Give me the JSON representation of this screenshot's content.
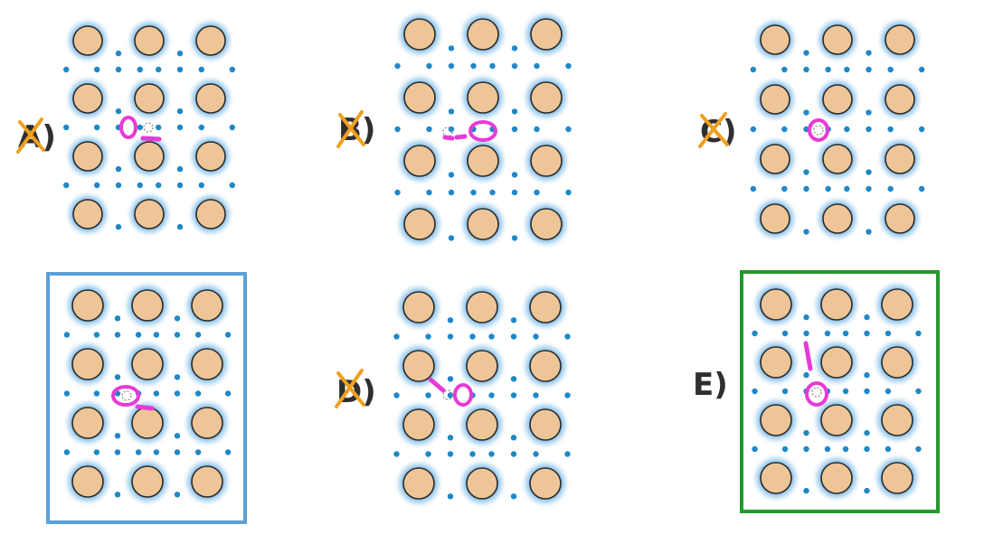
{
  "colors": {
    "atom_fill": "#eec597",
    "atom_stroke": "#2b2b2b",
    "atom_halo": "#2f8fd6",
    "interstitial": "#1e88c8",
    "defect": "#e83ad6",
    "vacancy": "#888888",
    "cross": "#f0a020",
    "frame_blue": "#5ba0d8",
    "frame_green": "#239a2c",
    "label": "#2f2f2f"
  },
  "panels": [
    {
      "id": "A",
      "label": "A)",
      "crossed": true,
      "frame": "none",
      "scene": "interstitial-hop-right"
    },
    {
      "id": "B",
      "label": "B)",
      "crossed": true,
      "frame": "none",
      "scene": "interstitial-hop-long"
    },
    {
      "id": "C",
      "label": "C)",
      "crossed": true,
      "frame": "none",
      "scene": "stationary-defect"
    },
    {
      "id": "D",
      "label": "",
      "crossed": false,
      "frame": "blue",
      "scene": "interstitial-hop-right"
    },
    {
      "id": "E",
      "label": "D)",
      "crossed": true,
      "frame": "none",
      "scene": "diagonal-hop"
    },
    {
      "id": "F",
      "label": "E)",
      "crossed": false,
      "frame": "green",
      "scene": "vertical-hop"
    }
  ]
}
